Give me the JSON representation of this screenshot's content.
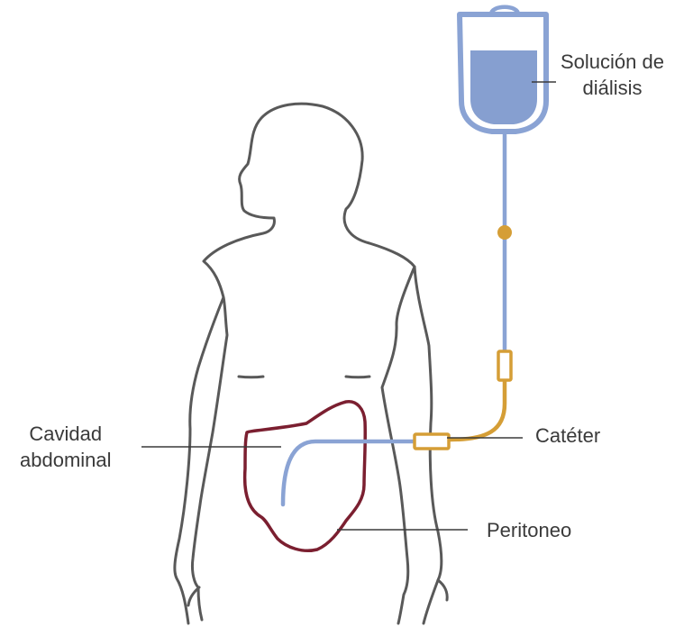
{
  "labels": {
    "solution": [
      "Solución de",
      "diálisis"
    ],
    "cavity": [
      "Cavidad",
      "abdominal"
    ],
    "catheter": "Catéter",
    "peritoneum": "Peritoneo"
  },
  "colors": {
    "body_outline": "#595959",
    "tube_blue": "#8aa3d4",
    "solution_fill": "#869fd0",
    "catheter_orange": "#d59e36",
    "peritoneum": "#7b1f30",
    "leader_line": "#3a3a3a",
    "text": "#3a3a3a"
  },
  "icons": {
    "bag": "iv-bag-icon",
    "body": "human-body-outline",
    "clamp": "clamp-dot-icon",
    "connector": "connector-icon"
  }
}
